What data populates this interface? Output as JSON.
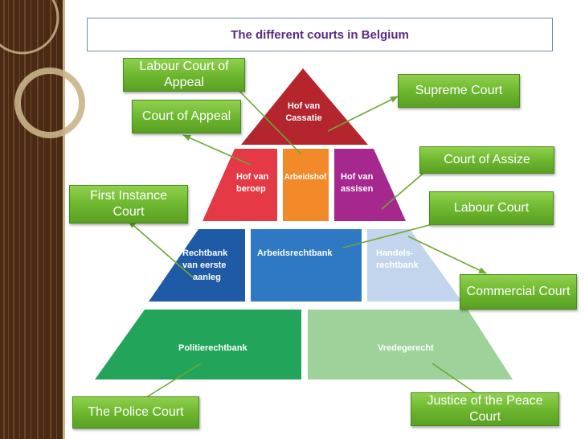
{
  "title": "The different courts in Belgium",
  "colors": {
    "sidebar_brown": "#4a2a14",
    "sidebar_stripe": "#c9b48a",
    "title_text": "#5a2a82",
    "callout_green": "#6cb52e",
    "arrow_green": "#6ca832",
    "top_red": "#b5252e",
    "middle_red": "#e63946",
    "middle_orange": "#f28a2a",
    "middle_purple": "#a6288f",
    "lower_blue_dark": "#1f5aa6",
    "lower_blue": "#2f78c4",
    "lower_blue_light": "#c3d5ec",
    "base_green": "#22a55a",
    "base_green_light": "#9ed29a"
  },
  "pyramid": {
    "top": {
      "line1": "Hof van",
      "line2": "Cassatie"
    },
    "middle": {
      "beroep": {
        "line1": "Hof van",
        "line2": "beroep"
      },
      "arbeidshof": "Arbeidshof",
      "assisen": {
        "line1": "Hof van",
        "line2": "assisen"
      }
    },
    "lower": {
      "eerste_aanleg": {
        "line1": "Rechtbank",
        "line2": "van eerste",
        "line3": "aanleg"
      },
      "arbeidsrechtbank": "Arbeidsrechtbank",
      "handels": {
        "line1": "Handels-",
        "line2": "rechtbank"
      }
    },
    "base": {
      "politie": "Politierechtbank",
      "vrede": "Vredegerecht"
    }
  },
  "callouts": {
    "labour_court_of_appeal": "Labour Court of Appeal",
    "supreme_court": "Supreme Court",
    "court_of_appeal": "Court of Appeal",
    "court_of_assize": "Court of Assize",
    "first_instance_court": "First Instance Court",
    "labour_court": "Labour Court",
    "commercial_court": "Commercial Court",
    "police_court": "The Police Court",
    "justice_of_peace": "Justice of the Peace Court"
  }
}
